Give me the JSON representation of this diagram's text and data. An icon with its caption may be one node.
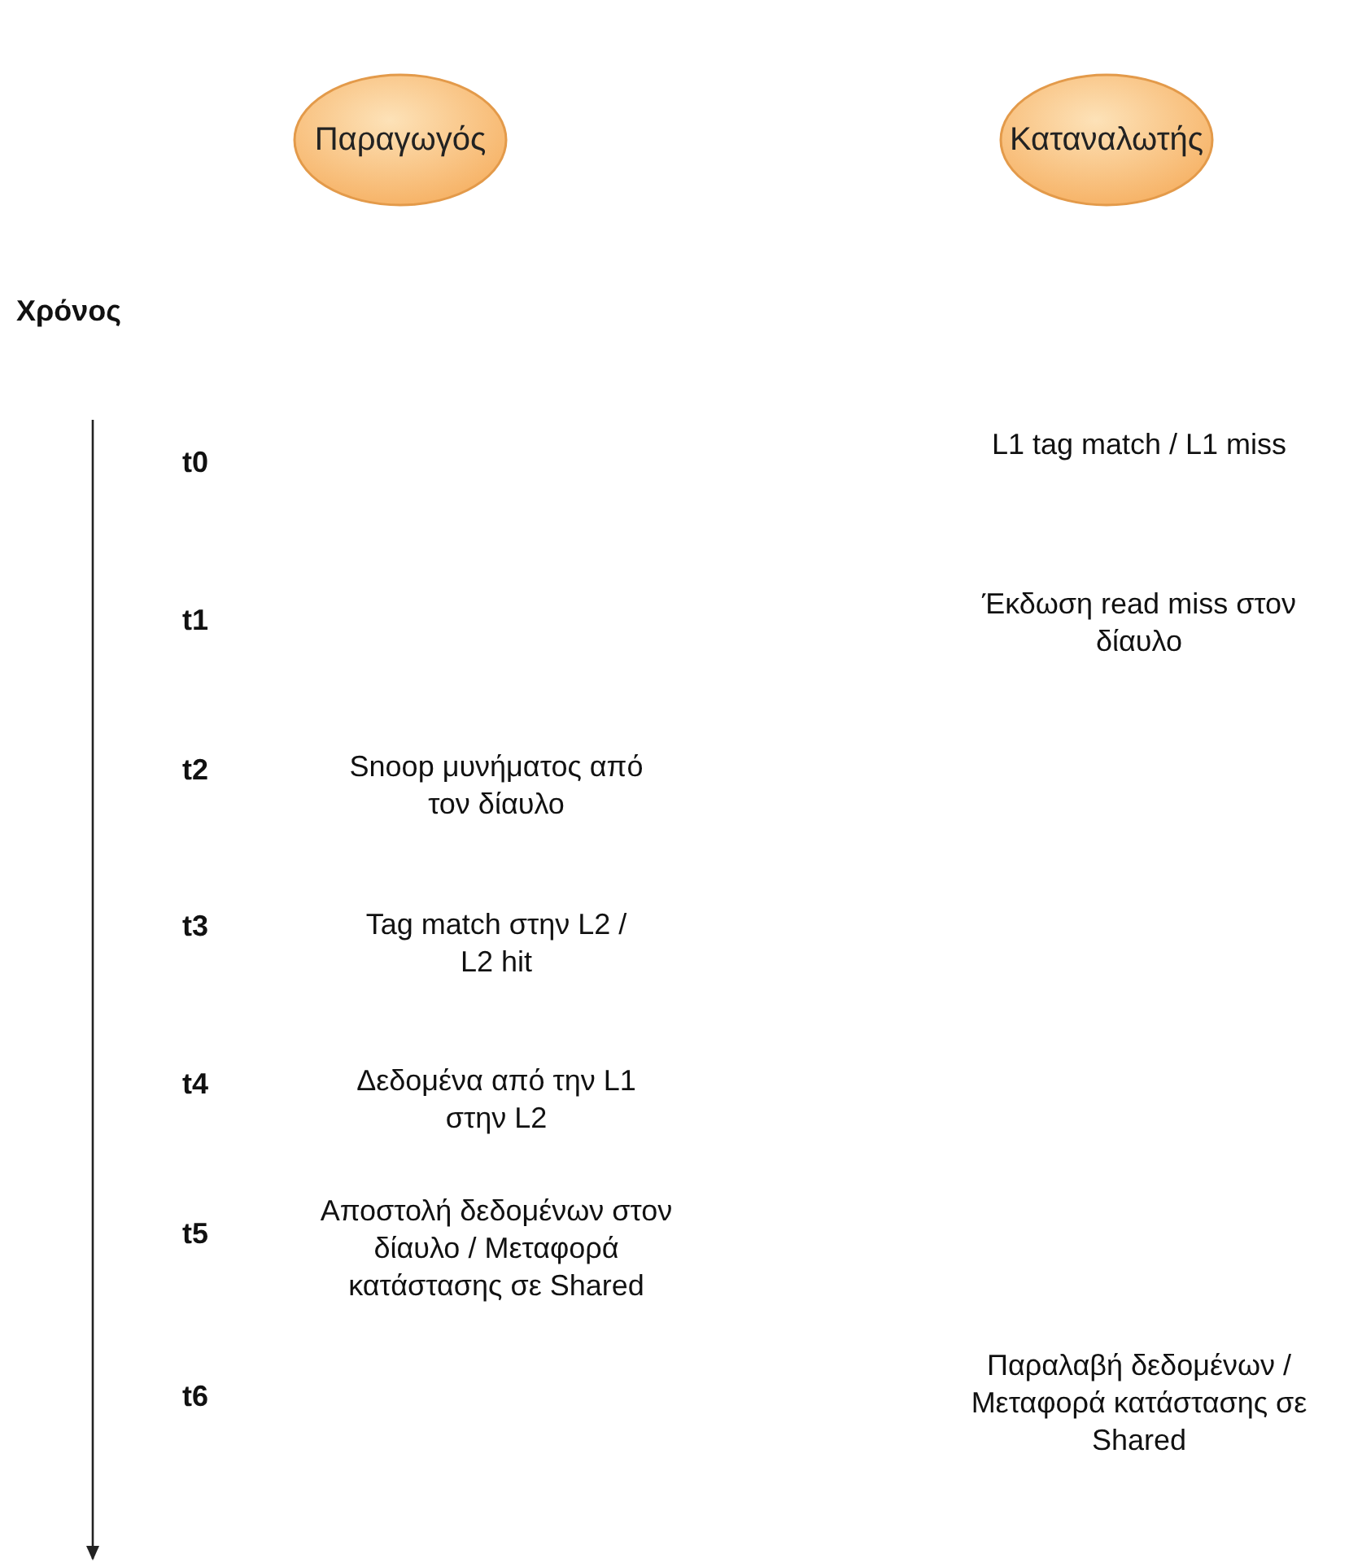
{
  "diagram": {
    "nodes": [
      {
        "text": [
          "Παραγωγός"
        ]
      },
      {
        "text": [
          "Καταναλωτής"
        ]
      }
    ],
    "labels": [
      "Χρόνος",
      "t0",
      "L1 tag match / L1 miss",
      "t1",
      "Έκδωση read miss στον δίαυλο",
      "t2",
      "Snoop μυνήματος από τον δίαυλο",
      "t3",
      "Tag match στην L2 / L2 hit",
      "t4",
      "Δεδομένα από την L1 στην L2",
      "t5",
      "Αποστολή δεδομένων στον δίαυλο / Μεταφορά κατάστασης σε Shared",
      "t6",
      "Παραλαβή δεδομένων / Μεταφορά κατάστασης σε Shared"
    ]
  }
}
